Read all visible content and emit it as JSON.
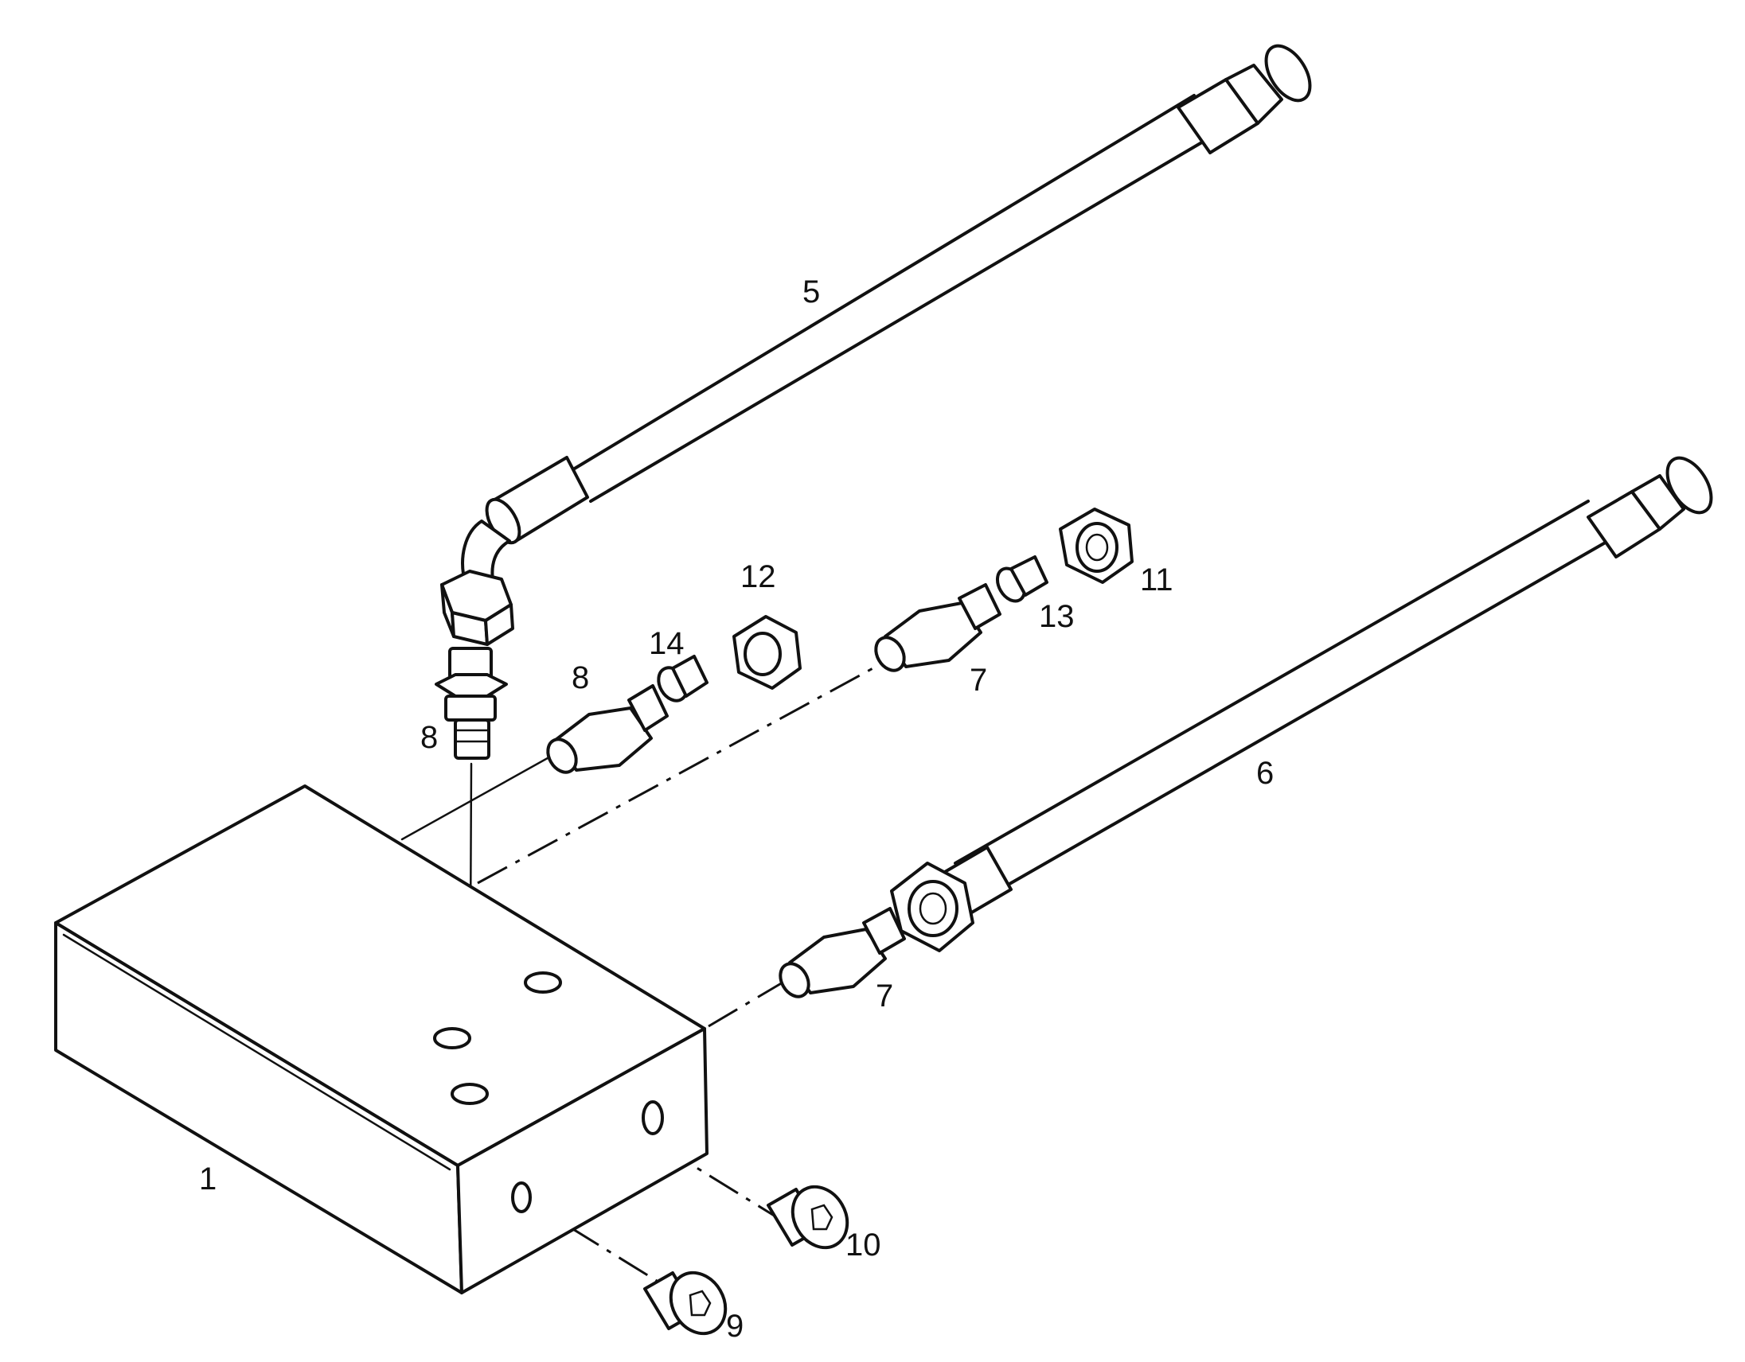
{
  "callouts": [
    {
      "id": "c1",
      "text": "1"
    },
    {
      "id": "c5",
      "text": "5"
    },
    {
      "id": "c6",
      "text": "6"
    },
    {
      "id": "c7a",
      "text": "7"
    },
    {
      "id": "c7b",
      "text": "7"
    },
    {
      "id": "c8a",
      "text": "8"
    },
    {
      "id": "c8b",
      "text": "8"
    },
    {
      "id": "c9",
      "text": "9"
    },
    {
      "id": "c10",
      "text": "10"
    },
    {
      "id": "c11",
      "text": "11"
    },
    {
      "id": "c12",
      "text": "12"
    },
    {
      "id": "c13",
      "text": "13"
    },
    {
      "id": "c14",
      "text": "14"
    }
  ],
  "colors": {
    "line": "#111111",
    "background": "#ffffff"
  }
}
